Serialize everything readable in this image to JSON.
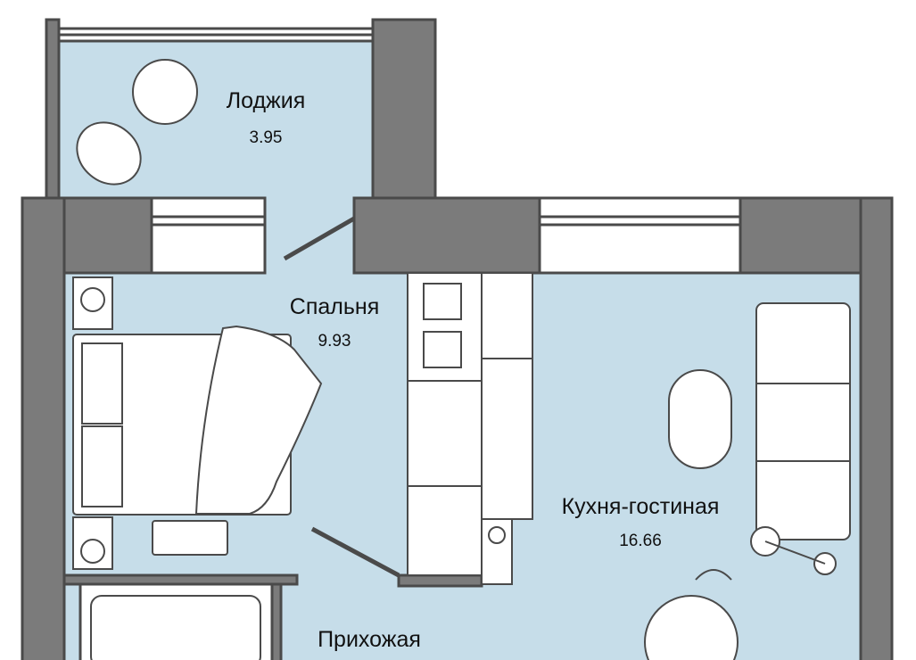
{
  "colors": {
    "wall": "#7b7b7b",
    "wall_outline": "#4a4a4a",
    "floor": "#c6dde9",
    "furniture": "#ffffff"
  },
  "rooms": [
    {
      "name": "Лоджия",
      "area": "3.95"
    },
    {
      "name": "Спальня",
      "area": "9.93"
    },
    {
      "name": "Кухня-гостиная",
      "area": "16.66"
    },
    {
      "name": "Прихожая"
    }
  ]
}
